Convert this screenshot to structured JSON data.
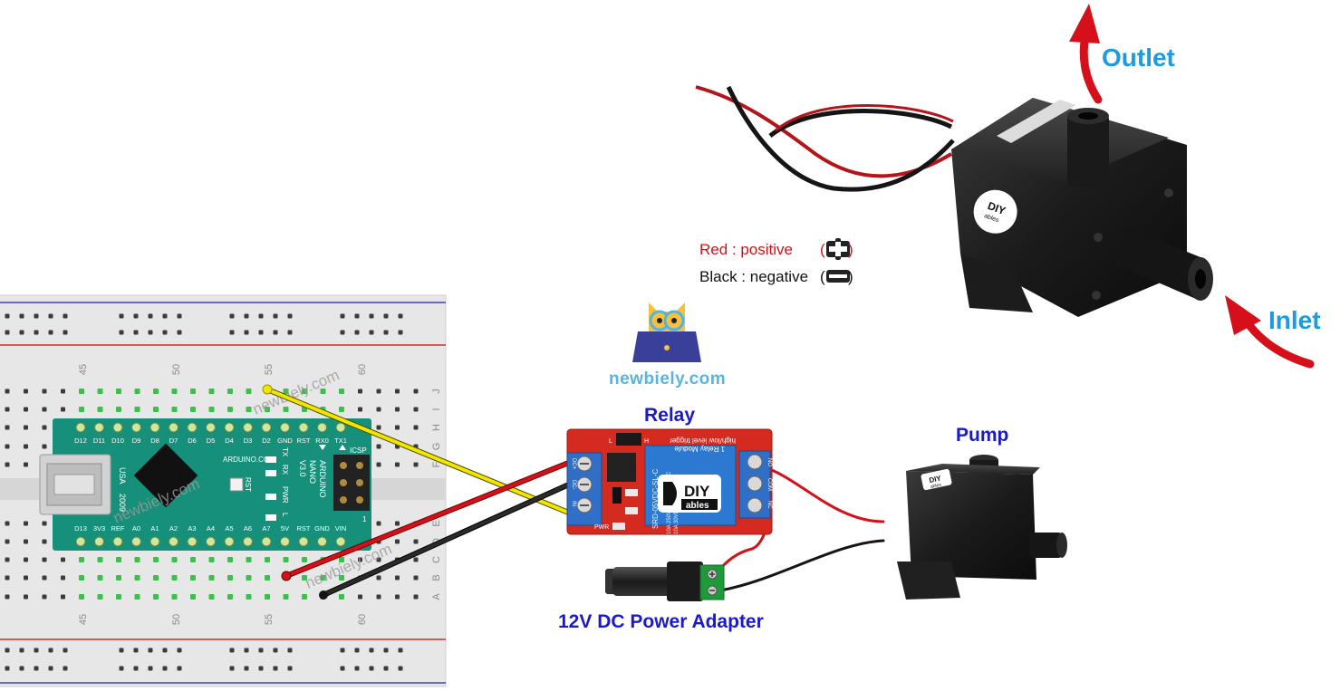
{
  "colors": {
    "relay_board": "#d42a1f",
    "relay_body": "#2c79d2",
    "nano_board": "#16907a",
    "wire_red": "#d6101a",
    "wire_black": "#151515",
    "wire_yellow": "#f2e600",
    "label_blue": "#1a1acc",
    "label_cyan": "#1e9be0",
    "arrow_red": "#d6101a"
  },
  "labels": {
    "outlet": "Outlet",
    "inlet": "Inlet",
    "relay": "Relay",
    "pump": "Pump",
    "adapter": "12V DC Power Adapter",
    "site": "newbiely.com"
  },
  "legend": {
    "red_name": "Red",
    "red_desc": " : positive",
    "black_name": "Black",
    "black_desc": " : negative"
  },
  "breadboard": {
    "col_numbers": [
      "45",
      "50",
      "55",
      "60"
    ],
    "row_letters": [
      "J",
      "I",
      "H",
      "G",
      "F",
      "E",
      "D",
      "C",
      "B",
      "A"
    ]
  },
  "nano": {
    "top_pins": [
      "D12",
      "D11",
      "D10",
      "D9",
      "D8",
      "D7",
      "D6",
      "D5",
      "D4",
      "D3",
      "D2",
      "GND",
      "RST",
      "RX0",
      "TX1"
    ],
    "bottom_pins": [
      "D13",
      "3V3",
      "REF",
      "A0",
      "A1",
      "A2",
      "A3",
      "A4",
      "A5",
      "A6",
      "A7",
      "5V",
      "RST",
      "GND",
      "VIN"
    ],
    "text_usa": "USA",
    "text_year": "2009",
    "text_site": "ARDUINO.CC",
    "text_rst": "RST",
    "text_tx": "TX",
    "text_rx": "RX",
    "text_pwr": "PWR",
    "text_l": "L",
    "text_name": "ARDUINO",
    "text_nano": "NANO",
    "text_ver": "V3.0",
    "text_icsp": "ICSP",
    "text_one": "1"
  },
  "relay_module": {
    "title": "1 Relay Module",
    "subtitle": "high/low level trigger",
    "model": "SRD-05VDC-SL-C",
    "rating1": "10A 250VAC 10A 125VAC",
    "rating2": "10A 30VDC 10A 28VDC",
    "pins_left": [
      "DC+",
      "DC-",
      "IN"
    ],
    "pins_right": [
      "NO",
      "COM",
      "NC"
    ],
    "brand_top": "DIY",
    "brand_bottom": "ables",
    "pwr": "PWR",
    "jumper_l": "L",
    "jumper_h": "H"
  },
  "pump_small": {
    "brand_top": "DIY",
    "brand_bottom": "ables"
  },
  "pump_big": {
    "brand_top": "DIY",
    "brand_bottom": "ables"
  }
}
